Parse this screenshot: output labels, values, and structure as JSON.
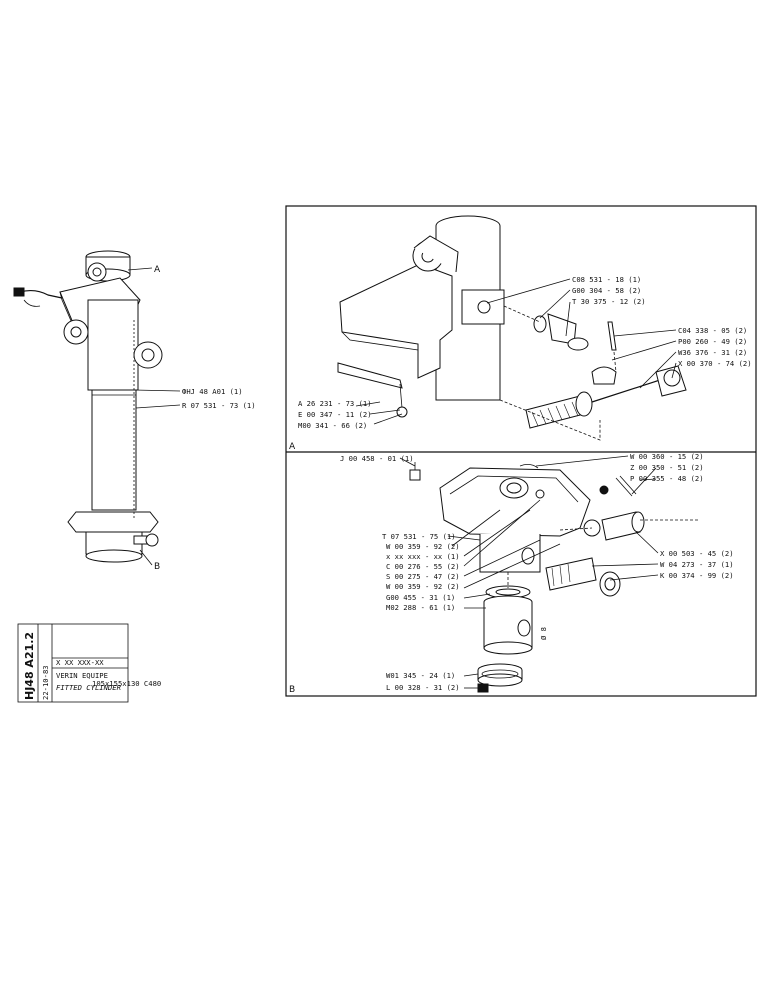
{
  "overview": {
    "callout_a": "A",
    "callout_b": "B",
    "ref_cylinder": "ФHJ 48 A01 (1)",
    "ref_tube": "R 07 531 - 73 (1)"
  },
  "title_block": {
    "code_vertical": "HJ48 A21.2",
    "date_vertical": "22-10-83",
    "part_number": "X XX XXX-XX",
    "title_fr": "VERIN EQUIPE",
    "title_en": "FITTED CYLINDER",
    "spec": "105x155x130 C480"
  },
  "detail_a": {
    "section_label": "A",
    "parts": [
      "C08 531 - 18 (1)",
      "G00 304 - 58 (2)",
      "T 30 375 - 12 (2)",
      "C04 338 - 05 (2)",
      "P00 260 - 49 (2)",
      "W36 376 - 31 (2)",
      "X 00 370 - 74 (2)",
      "A 26 231 - 73 (1)",
      "E 00 347 - 11 (2)",
      "M00 341 - 66 (2)"
    ]
  },
  "detail_b": {
    "section_label": "B",
    "dim_label": "Ø 8",
    "parts": [
      "J 00 458 - 01 (1)",
      "W 00 360 - 15 (2)",
      "Z 00 350 - 51 (2)",
      "P 00 355 - 48 (2)",
      "T 07 531 - 75 (1)",
      "W 00 359 - 92 (2)",
      "x xx xxx - xx (1)",
      "C 00 276 - 55 (2)",
      "S 00 275 - 47 (2)",
      "W 00 359 - 92 (2)",
      "X 00 503 - 45 (2)",
      "W 04 273 - 37 (1)",
      "K 00 374 - 99 (2)",
      "G00 455 - 31 (1)",
      "M02 288 - 61 (1)",
      "W01 345 - 24 (1)",
      "L 00 328 - 31 (2)"
    ]
  }
}
